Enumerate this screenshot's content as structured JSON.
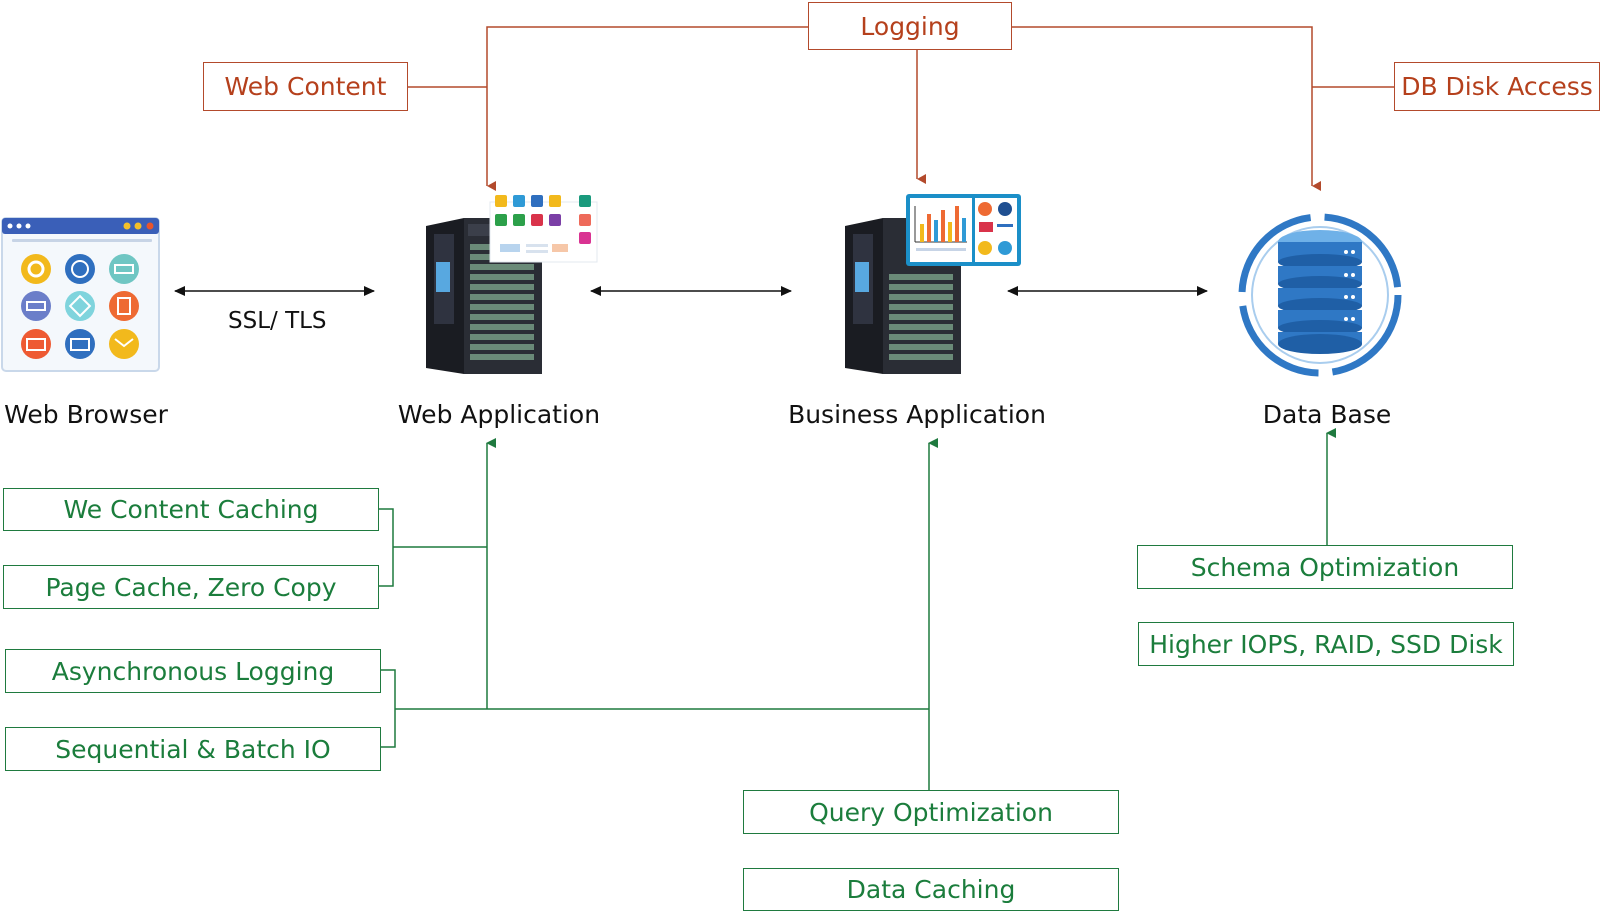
{
  "colors": {
    "optimization": "#b5401c",
    "tuning": "#1b7d3c",
    "arrow": "#111111",
    "db_blue": "#2f78c5"
  },
  "top_boxes": {
    "logging": "Logging",
    "web_content": "Web Content",
    "db_disk_access": "DB Disk Access"
  },
  "nodes": {
    "web_browser": "Web Browser",
    "web_application": "Web Application",
    "business_application": "Business Application",
    "data_base": "Data Base"
  },
  "link_labels": {
    "browser_to_webapp": "SSL/ TLS"
  },
  "bottom_boxes": {
    "web_content_caching": "We Content Caching",
    "page_cache": "Page Cache, Zero Copy",
    "async_logging": "Asynchronous Logging",
    "sequential_batch": "Sequential & Batch IO",
    "query_optimization": "Query Optimization",
    "data_caching": "Data Caching",
    "schema_optimization": "Schema Optimization",
    "higher_iops": "Higher IOPS, RAID, SSD Disk"
  },
  "icons": {
    "web_browser": "browser-window-icon",
    "web_application": "server-rack-icon",
    "business_application": "server-dashboard-icon",
    "data_base": "database-icon"
  }
}
